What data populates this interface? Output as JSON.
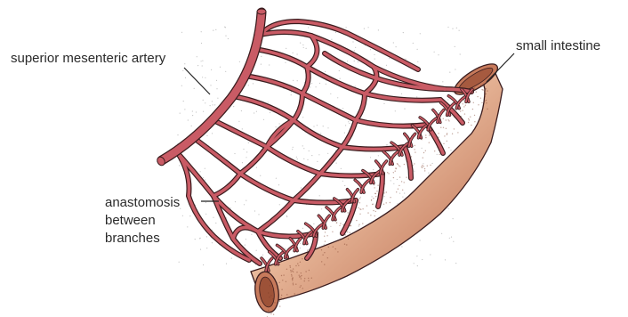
{
  "labels": {
    "artery": "superior mesenteric artery",
    "intestine": "small intestine",
    "anastomosis": [
      "anastomosis",
      "between",
      "branches"
    ]
  },
  "colors": {
    "vessel_fill": "#c95b65",
    "vessel_outline": "#3a1c1e",
    "intestine_light": "#f4dfd0",
    "intestine_mid": "#e0a98a",
    "intestine_dark": "#b9684a",
    "mesentery_stipple": "#9a9a9a",
    "leader_line": "#222222"
  }
}
